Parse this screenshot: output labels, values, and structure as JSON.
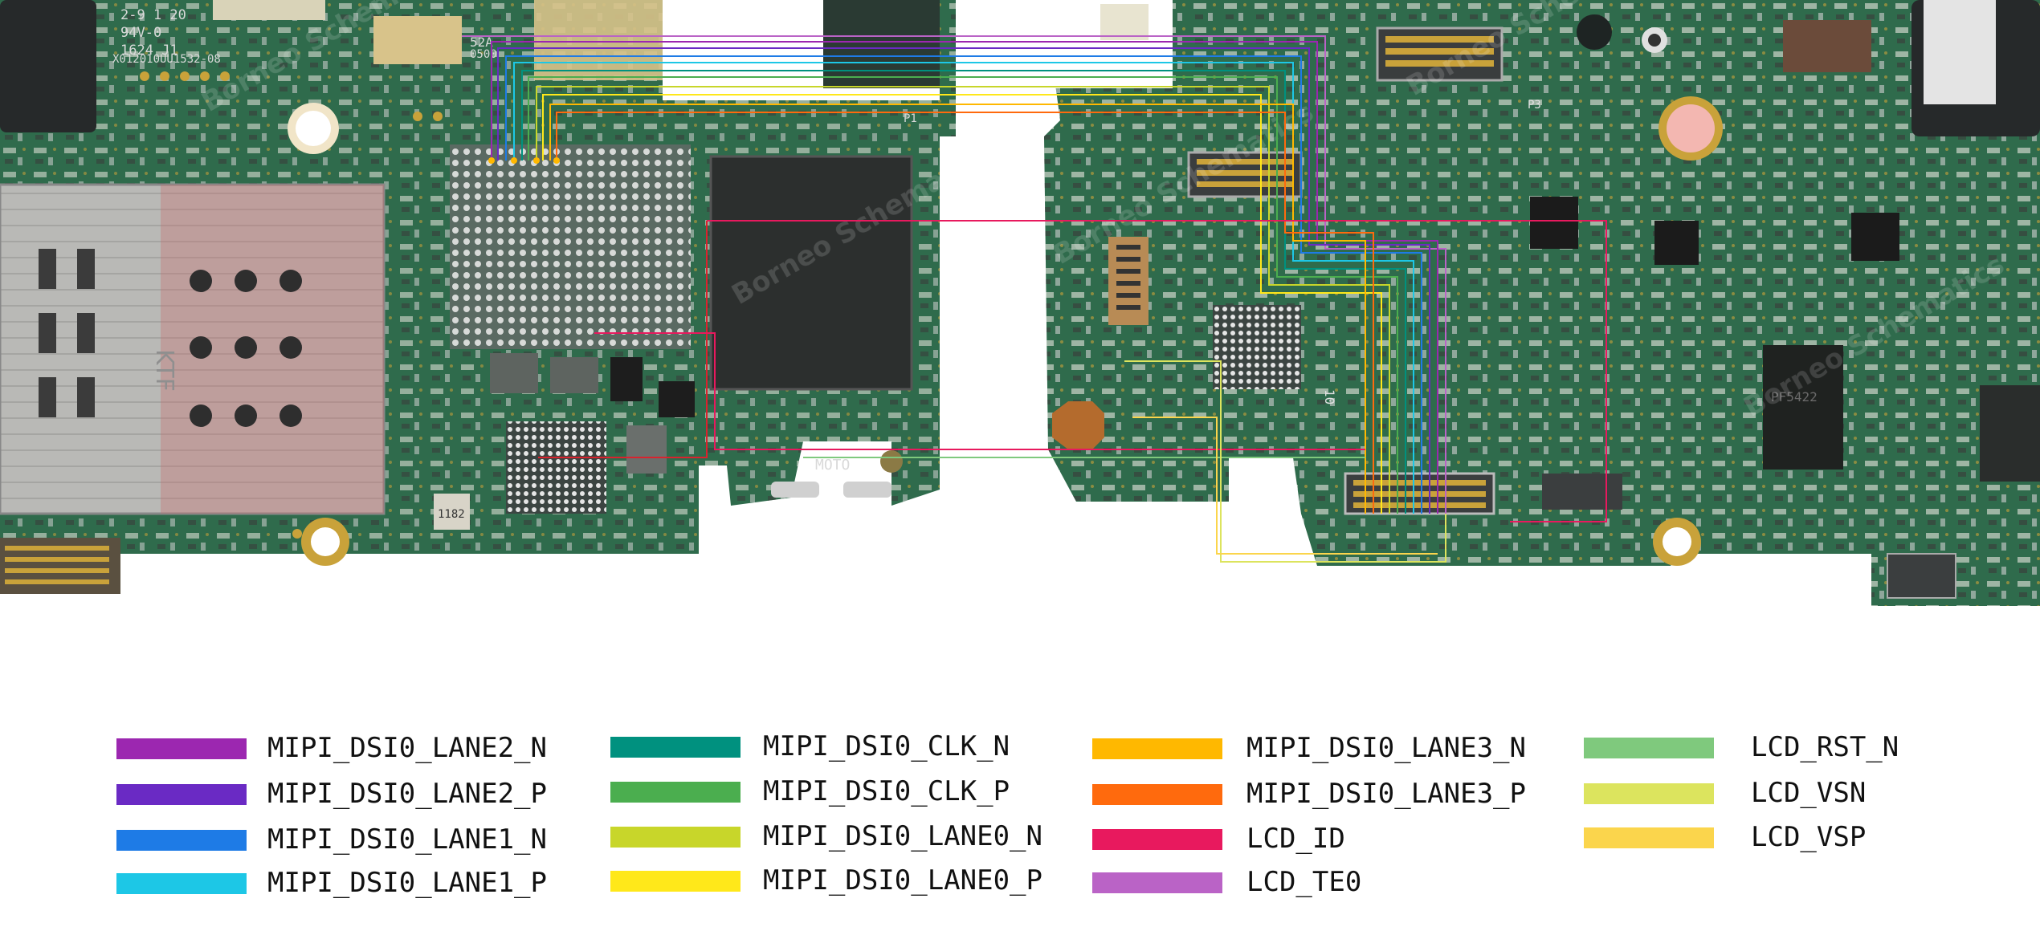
{
  "board": {
    "silkscreen": {
      "top_left_1": "2-9 1 20",
      "top_left_2": "94V-0",
      "top_left_3": "1624 J1",
      "top_left_4": "X012010UU1532-08",
      "batch_code": "52A",
      "batch_code_2": "0500",
      "sim_label": "KTF",
      "moto_mark": "MOTO",
      "conn_label_p1": "P1",
      "conn_label_p3": "P3",
      "ref_10": "10",
      "small_comp": "1182",
      "chip_right": "PF5422"
    },
    "watermark": "Borneo Schematics"
  },
  "legend": {
    "items": [
      {
        "label": "MIPI_DSI0_LANE2_N",
        "color": "#9C27B0"
      },
      {
        "label": "MIPI_DSI0_LANE2_P",
        "color": "#6A2AC4"
      },
      {
        "label": "MIPI_DSI0_LANE1_N",
        "color": "#1E7BE6"
      },
      {
        "label": "MIPI_DSI0_LANE1_P",
        "color": "#1DC7E6"
      },
      {
        "label": "MIPI_DSI0_CLK_N",
        "color": "#00917F"
      },
      {
        "label": "MIPI_DSI0_CLK_P",
        "color": "#4BAE4F"
      },
      {
        "label": "MIPI_DSI0_LANE0_N",
        "color": "#C8D62A"
      },
      {
        "label": "MIPI_DSI0_LANE0_P",
        "color": "#FFE81A"
      },
      {
        "label": "MIPI_DSI0_LANE3_N",
        "color": "#FFB800"
      },
      {
        "label": "MIPI_DSI0_LANE3_P",
        "color": "#FF6A0D"
      },
      {
        "label": "LCD_ID",
        "color": "#E8195E"
      },
      {
        "label": "LCD_TE0",
        "color": "#BA63C6"
      },
      {
        "label": "LCD_RST_N",
        "color": "#7FC97D"
      },
      {
        "label": "LCD_VSN",
        "color": "#DCE45E"
      },
      {
        "label": "LCD_VSP",
        "color": "#FBD54C"
      }
    ]
  },
  "colors": {
    "pcb_green": "#2f6b4c",
    "pcb_dark": "#23563b",
    "gold_pad": "#c9a23a",
    "trace_red": "#d9232e"
  }
}
